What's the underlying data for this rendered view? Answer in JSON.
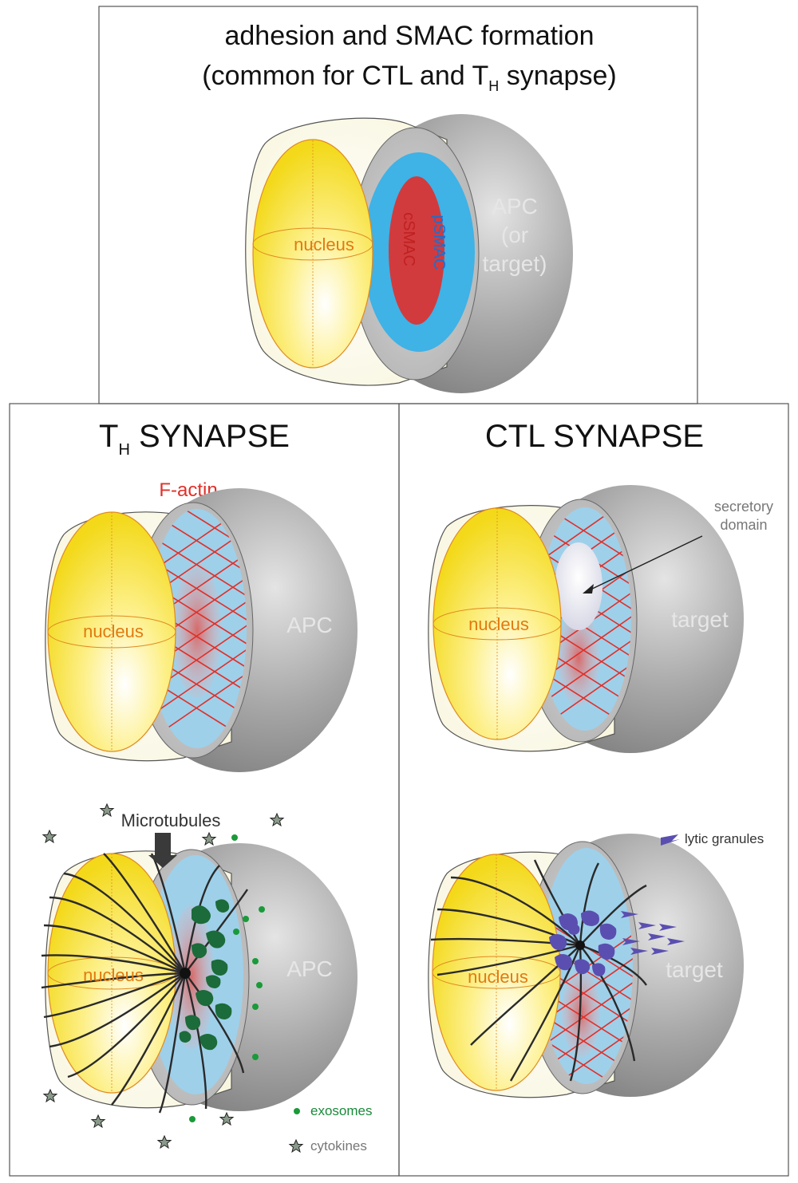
{
  "top_panel": {
    "title_line1": "adhesion and SMAC formation",
    "title_line2_prefix": "(common for CTL and T",
    "title_line2_sub": "H",
    "title_line2_suffix": " synapse)",
    "nucleus_label": "nucleus",
    "csmac_label": "cSMAC",
    "psmac_label": "pSMAC",
    "apc_line1": "APC",
    "apc_line2": "(or",
    "apc_line3": "target)"
  },
  "th_panel": {
    "title_main": "T",
    "title_sub": "H",
    "title_rest": " SYNAPSE",
    "factin_label": "F-actin",
    "nucleus_label_1": "nucleus",
    "apc_label_1": "APC",
    "microtubules_label": "Microtubules",
    "nucleus_label_2": "nucleus",
    "apc_label_2": "APC",
    "legend_exosomes": "exosomes",
    "legend_cytokines": "cytokines"
  },
  "ctl_panel": {
    "title": "CTL SYNAPSE",
    "secretory_line1": "secretory",
    "secretory_line2": "domain",
    "nucleus_label_1": "nucleus",
    "target_label_1": "target",
    "legend_lytic": "lytic granules",
    "nucleus_label_2": "nucleus",
    "target_label_2": "target"
  },
  "colors": {
    "nucleus_yellow": "#f7e321",
    "psmac_blue": "#3fb2e6",
    "csmac_red": "#d13b3d",
    "apc_gray": "#9a9a9a",
    "factin_red": "#e0302a",
    "exosome_green": "#1a7a3a",
    "lytic_purple": "#5a4fb0"
  }
}
